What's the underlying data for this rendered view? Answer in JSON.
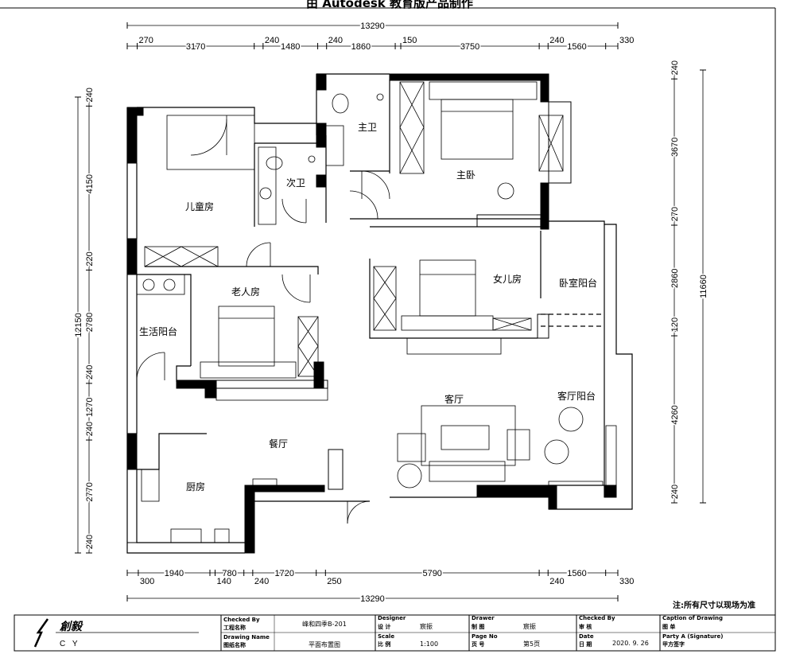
{
  "watermark_top": "由 Autodesk 教育版产品制作",
  "dimensions": {
    "top_total": "13290",
    "top_segments": [
      270,
      3170,
      240,
      1480,
      240,
      1860,
      150,
      3750,
      240,
      1560,
      330
    ],
    "bottom_total": "13290",
    "bottom_segments": [
      300,
      1940,
      140,
      780,
      240,
      1720,
      250,
      5790,
      240,
      1560,
      330
    ],
    "left_total": "12150",
    "left_segments": [
      240,
      4150,
      220,
      2780,
      240,
      1270,
      240,
      2770,
      240
    ],
    "right_total": "11660",
    "right_segments": [
      240,
      3670,
      270,
      2860,
      120,
      4260,
      240
    ]
  },
  "rooms": {
    "master_bath": "主卫",
    "master_bedroom": "主卧",
    "second_bath": "次卫",
    "children_room": "儿童房",
    "daughter_room": "女儿房",
    "bedroom_balcony": "卧室阳台",
    "elder_room": "老人房",
    "utility_balcony": "生活阳台",
    "living_room": "客厅",
    "living_balcony": "客厅阳台",
    "dining_room": "餐厅",
    "kitchen": "厨房"
  },
  "note": "注:所有尺寸以现场为准",
  "title_block": {
    "logo_cn": "創毅",
    "logo_en": "C Y",
    "checked_by_label_en": "Checked By",
    "project_label_cn": "工程名称",
    "project_value": "峰和四季B-201",
    "drawing_name_label_en": "Drawing Name",
    "drawing_name_label_cn": "图纸名称",
    "drawing_name_value": "平面布置图",
    "designer_label_en": "Designer",
    "designer_label_cn": "设 计",
    "designer_value": "宸振",
    "scale_label_en": "Scale",
    "scale_label_cn": "比 例",
    "scale_value": "1:100",
    "drawer_label_en": "Drawer",
    "drawer_label_cn": "制 图",
    "drawer_value": "宸振",
    "page_label_en": "Page No",
    "page_label_cn": "页 号",
    "page_value": "第5页",
    "checker_label_en": "Checked By",
    "checker_label_cn": "审 核",
    "date_label_en": "Date",
    "date_label_cn": "日 期",
    "date_value": "2020. 9. 26",
    "caption_label_en": "Caption of Drawing",
    "caption_label_cn": "图 单",
    "party_label_en": "Party A  (Signature)",
    "party_label_cn": "甲方签字"
  }
}
